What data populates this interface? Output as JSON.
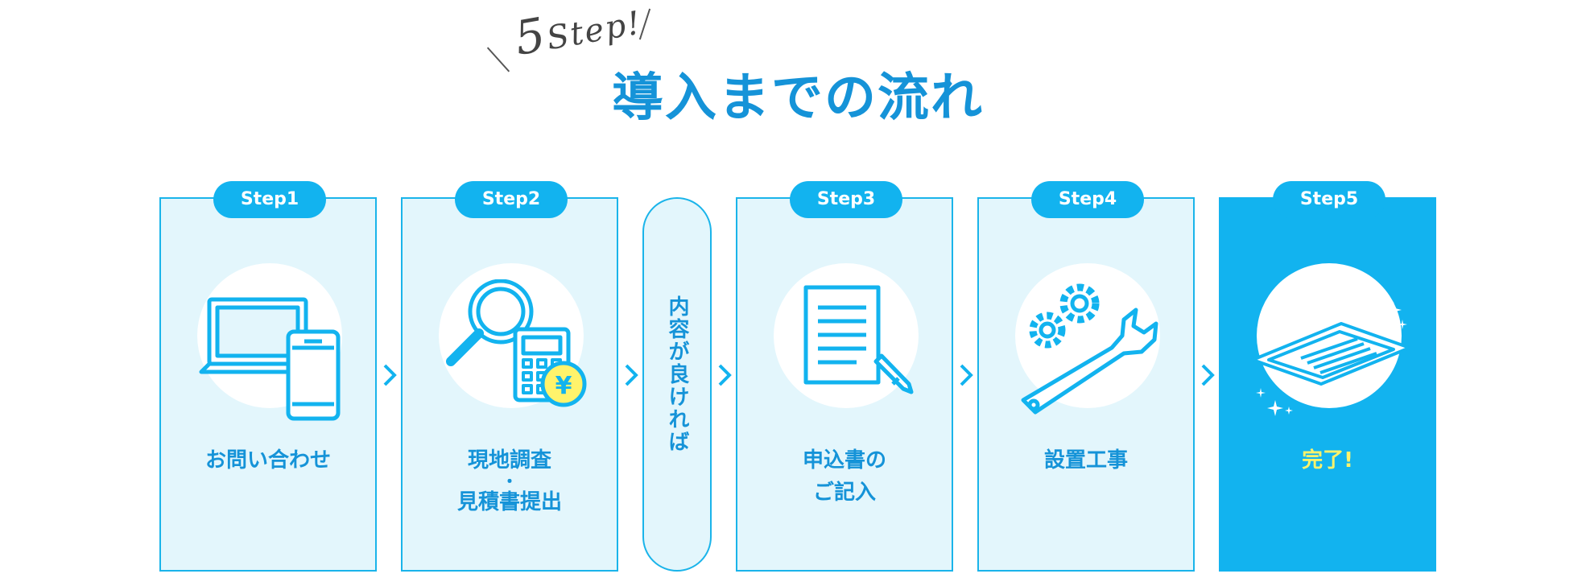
{
  "heading": {
    "tag_number": "5",
    "tag_text": "Step!",
    "title": "導入までの流れ"
  },
  "steps": [
    {
      "badge": "Step1",
      "label": "お問い合わせ",
      "icon": "laptop-phone-icon"
    },
    {
      "badge": "Step2",
      "label_line1": "現地調査",
      "separator": "・",
      "label_line2": "見積書提出",
      "icon": "magnifier-calculator-yen-icon"
    },
    {
      "badge": "Step3",
      "label_line1": "申込書の",
      "label_line2": "ご記入",
      "icon": "document-pen-icon"
    },
    {
      "badge": "Step4",
      "label": "設置工事",
      "icon": "gears-wrench-icon"
    },
    {
      "badge": "Step5",
      "label": "完了!",
      "icon": "sparkling-ceiling-aircon-icon"
    }
  ],
  "condition": {
    "label": "内容が良ければ"
  },
  "colors": {
    "brand_blue": "#1593d8",
    "accent_cyan": "#12b3ef",
    "card_bg": "#e3f6fc",
    "done_text": "#fff36b"
  }
}
